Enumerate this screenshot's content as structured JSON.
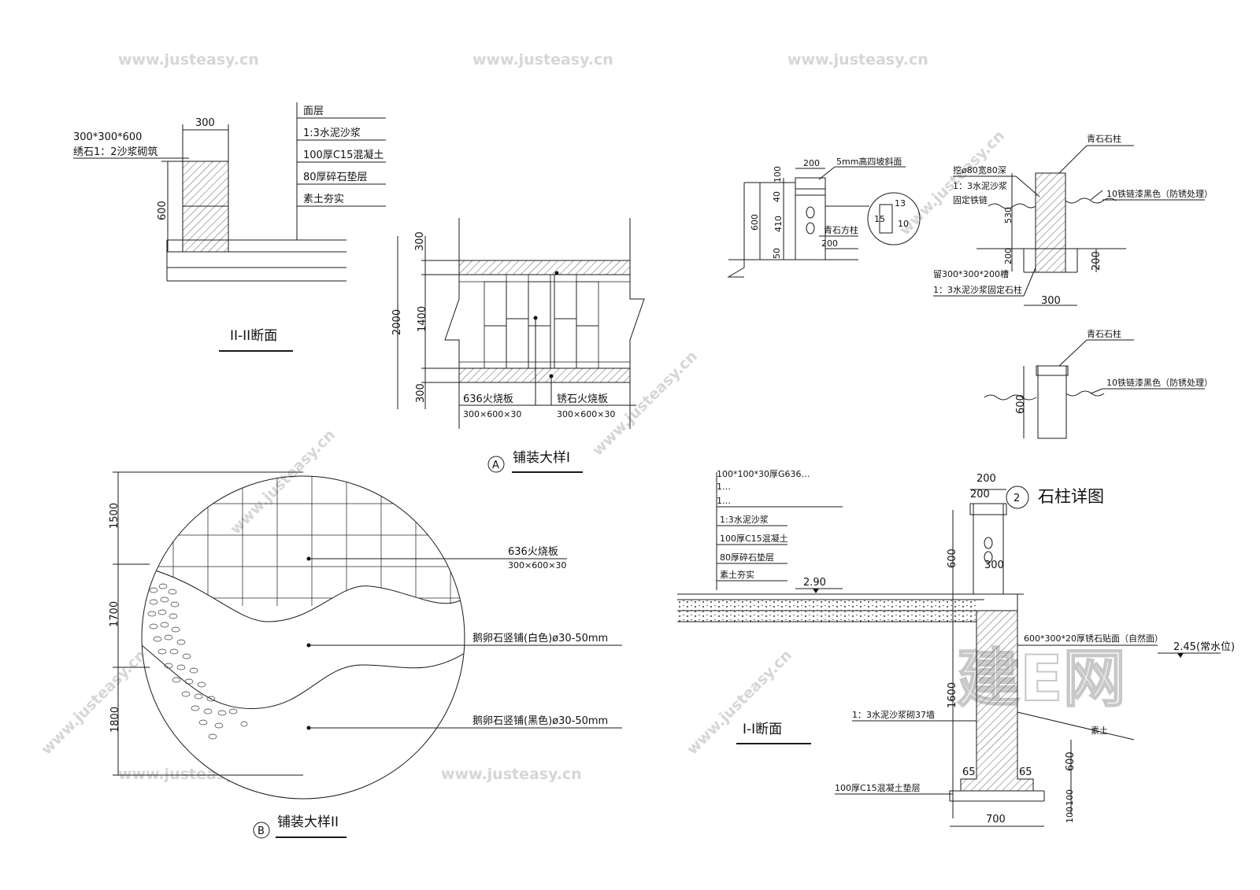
{
  "sections": {
    "section_2_2": {
      "title": "II-II断面",
      "spec_line1": "300*300*600",
      "spec_line2": "绣石1：2沙浆砌筑",
      "dim_width": "300",
      "dim_height": "600",
      "layers": [
        "面层",
        "1:3水泥沙浆",
        "100厚C15混凝土",
        "80厚碎石垫层",
        "素土夯实"
      ]
    },
    "paving_detail_1": {
      "marker": "A",
      "title": "铺装大样I",
      "dims": [
        "300",
        "2000",
        "1400",
        "300"
      ],
      "label_left": "636火烧板",
      "label_left_sub": "300×600×30",
      "label_right": "锈石火烧板",
      "label_right_sub": "300×600×30"
    },
    "paving_detail_2": {
      "marker": "B",
      "title": "铺装大样II",
      "dims": [
        "1500",
        "1700",
        "1800"
      ],
      "label_top": "636火烧板",
      "label_top_sub": "300×600×30",
      "label_mid": "鹅卵石竖铺(白色)ø30-50mm",
      "label_bottom": "鹅卵石竖铺(黑色)ø30-50mm"
    },
    "stone_column_detail": {
      "marker": "2",
      "title": "石柱详图",
      "post_dims": [
        "200",
        "100",
        "40",
        "410",
        "50",
        "600"
      ],
      "label_slope": "5mm高四坡斜面",
      "label_block": "青石方柱",
      "label_detail_dims": [
        "13",
        "15",
        "10"
      ],
      "label_width_200": "200",
      "label_col": "青石石柱",
      "label_dig": "挖ø80宽80深",
      "label_mortar": "1：3水泥沙浆",
      "label_fix": "固定铁链",
      "label_chain": "10铁链漆黑色（防锈处理）",
      "label_slot": "留300*300*200槽",
      "label_slot_fix": "1：3水泥沙浆固定石柱",
      "side_dims": [
        "530",
        "200",
        "200",
        "300"
      ],
      "elev_col": "青石石柱",
      "elev_chain": "10铁链漆黑色（防锈处理）",
      "elev_dim": "600"
    },
    "section_1_1": {
      "title": "I-I断面",
      "dims_top": [
        "200",
        "200"
      ],
      "dim_post": "600",
      "dim_300": "300",
      "notes": [
        "100*100*30厚G636…",
        "1…",
        "1…"
      ],
      "layers": [
        "1:3水泥沙浆",
        "100厚C15混凝土",
        "80厚碎石垫层",
        "素土夯实"
      ],
      "level_top": "2.90",
      "facing": "600*300*20厚锈石贴面（自然面）",
      "water_level": "2.45(常水位)",
      "wall_label": "1：3水泥沙浆砌37墙",
      "slope_label": "素土",
      "dims_wall": [
        "1600",
        "65",
        "65",
        "600",
        "100",
        "100",
        "700"
      ],
      "base_label": "100厚C15混凝土垫层"
    }
  },
  "watermark": {
    "url": "www.justeasy.cn",
    "brand": "建E网"
  }
}
